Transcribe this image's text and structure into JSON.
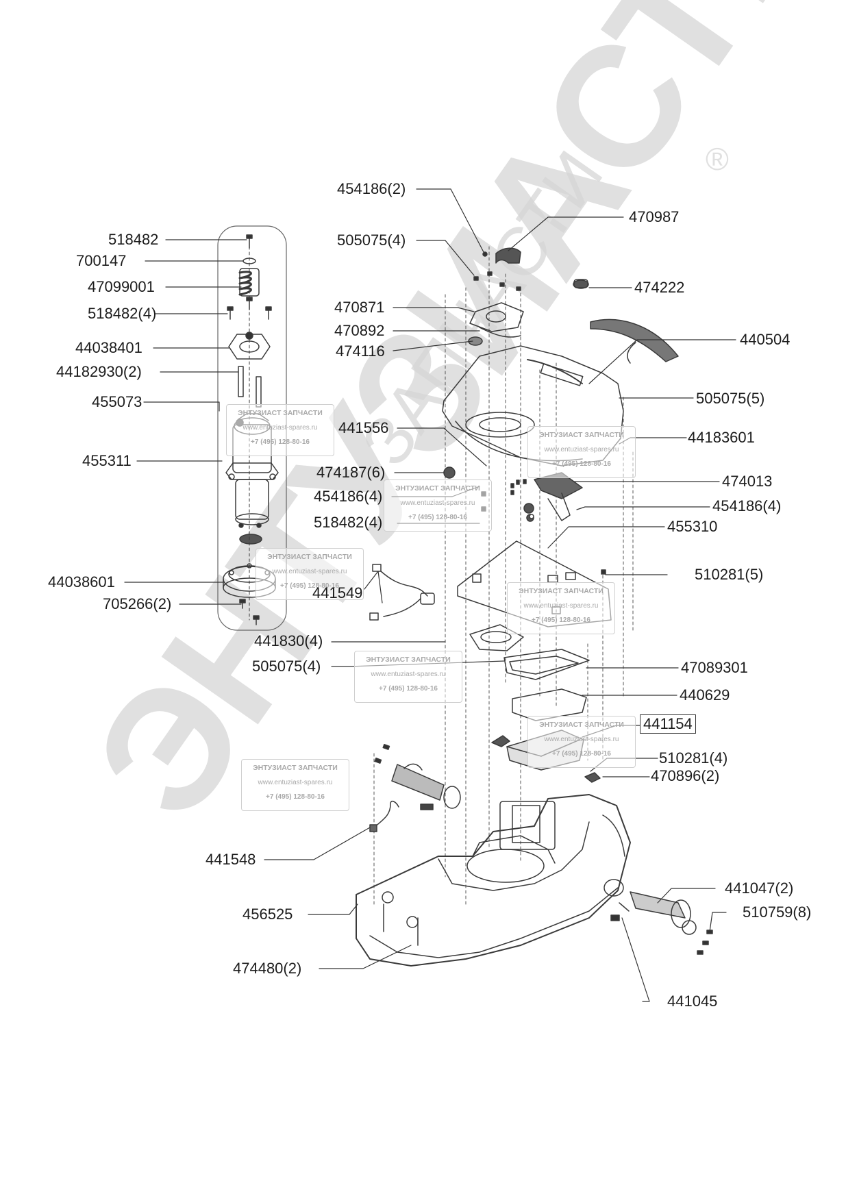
{
  "watermark": {
    "brand_main": "ЭНТУЗИАСТ!",
    "brand_sub": "ЗАПЧАСТИ",
    "registered": "®",
    "stamp_title": "ЭНТУЗИАСТ ЗАПЧАСТИ",
    "stamp_site": "www.entuziast-spares.ru",
    "stamp_phone": "+7 (495) 128-80-16"
  },
  "colors": {
    "line": "#3a3a3a",
    "text": "#1c1c1c",
    "watermark": "#d6d6d6",
    "stamp": "#a9a9a9"
  },
  "labels": {
    "l454186_2": "454186(2)",
    "l470987": "470987",
    "l505075_4_top": "505075(4)",
    "l474222": "474222",
    "l470871": "470871",
    "l470892": "470892",
    "l440504": "440504",
    "l474116": "474116",
    "l505075_5": "505075(5)",
    "l44183601": "44183601",
    "l441556": "441556",
    "l474187_6": "474187(6)",
    "l474013": "474013",
    "l454186_4_left": "454186(4)",
    "l454186_4_right": "454186(4)",
    "l518482_4_mid": "518482(4)",
    "l455310": "455310",
    "l510281_5": "510281(5)",
    "l518482": "518482",
    "l700147": "700147",
    "l47099001": "47099001",
    "l518482_4": "518482(4)",
    "l44038401": "44038401",
    "l44182930_2": "44182930(2)",
    "l455073": "455073",
    "l455311": "455311",
    "l44038601": "44038601",
    "l705266_2": "705266(2)",
    "l441549": "441549",
    "l441830_4": "441830(4)",
    "l505075_4_bottom": "505075(4)",
    "l47089301": "47089301",
    "l440629": "440629",
    "l441154": "441154",
    "l510281_4": "510281(4)",
    "l470896_2": "470896(2)",
    "l441548": "441548",
    "l441047_2": "441047(2)",
    "l510759_8": "510759(8)",
    "l456525": "456525",
    "l474480_2": "474480(2)",
    "l441045": "441045"
  }
}
